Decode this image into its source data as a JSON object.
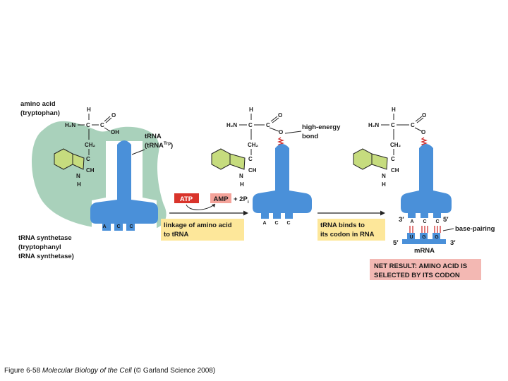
{
  "labels": {
    "amino_acid": "amino acid",
    "tryptophan": "(tryptophan)",
    "trna": "tRNA",
    "trna_trp": "(tRNA",
    "trp_superscript": "Trp",
    "close_paren": ")",
    "synthetase_1": "tRNA synthetase",
    "synthetase_2": "(tryptophanyl",
    "synthetase_3": "tRNA synthetase)",
    "atp": "ATP",
    "amp": "AMP",
    "plus_2pi": "+ 2P",
    "pi_subscript": "i",
    "linkage_1": "linkage of amino acid",
    "linkage_2": "to tRNA",
    "high_energy_1": "high-energy",
    "high_energy_2": "bond",
    "binds_1": "tRNA binds to",
    "binds_2": "its codon in RNA",
    "base_pairing": "base-pairing",
    "mrna": "mRNA",
    "three_prime": "3′",
    "five_prime": "5′",
    "net_1": "NET RESULT: AMINO ACID  IS",
    "net_2": "SELECTED BY ITS CODON"
  },
  "chem": {
    "H": "H",
    "H2N": "H₂N",
    "C": "C",
    "O": "O",
    "OH": "OH",
    "CH2": "CH₂",
    "CH": "CH",
    "N": "N"
  },
  "anticodon": [
    "A",
    "C",
    "C"
  ],
  "codon": [
    "U",
    "G",
    "G"
  ],
  "caption": {
    "prefix": "Figure 6-58 ",
    "title": "Molecular Biology of the Cell",
    "suffix": " (© Garland Science 2008)"
  },
  "colors": {
    "trna_blue": "#4a90d9",
    "enzyme_green": "#a9d1bb",
    "ring_fill": "#c6dc7e",
    "box_yellow": "#fde79a",
    "atp_red": "#d9342b",
    "amp_pink": "#f4a39a",
    "net_pink": "#f3b8b3",
    "bond_red": "#cc2222"
  }
}
